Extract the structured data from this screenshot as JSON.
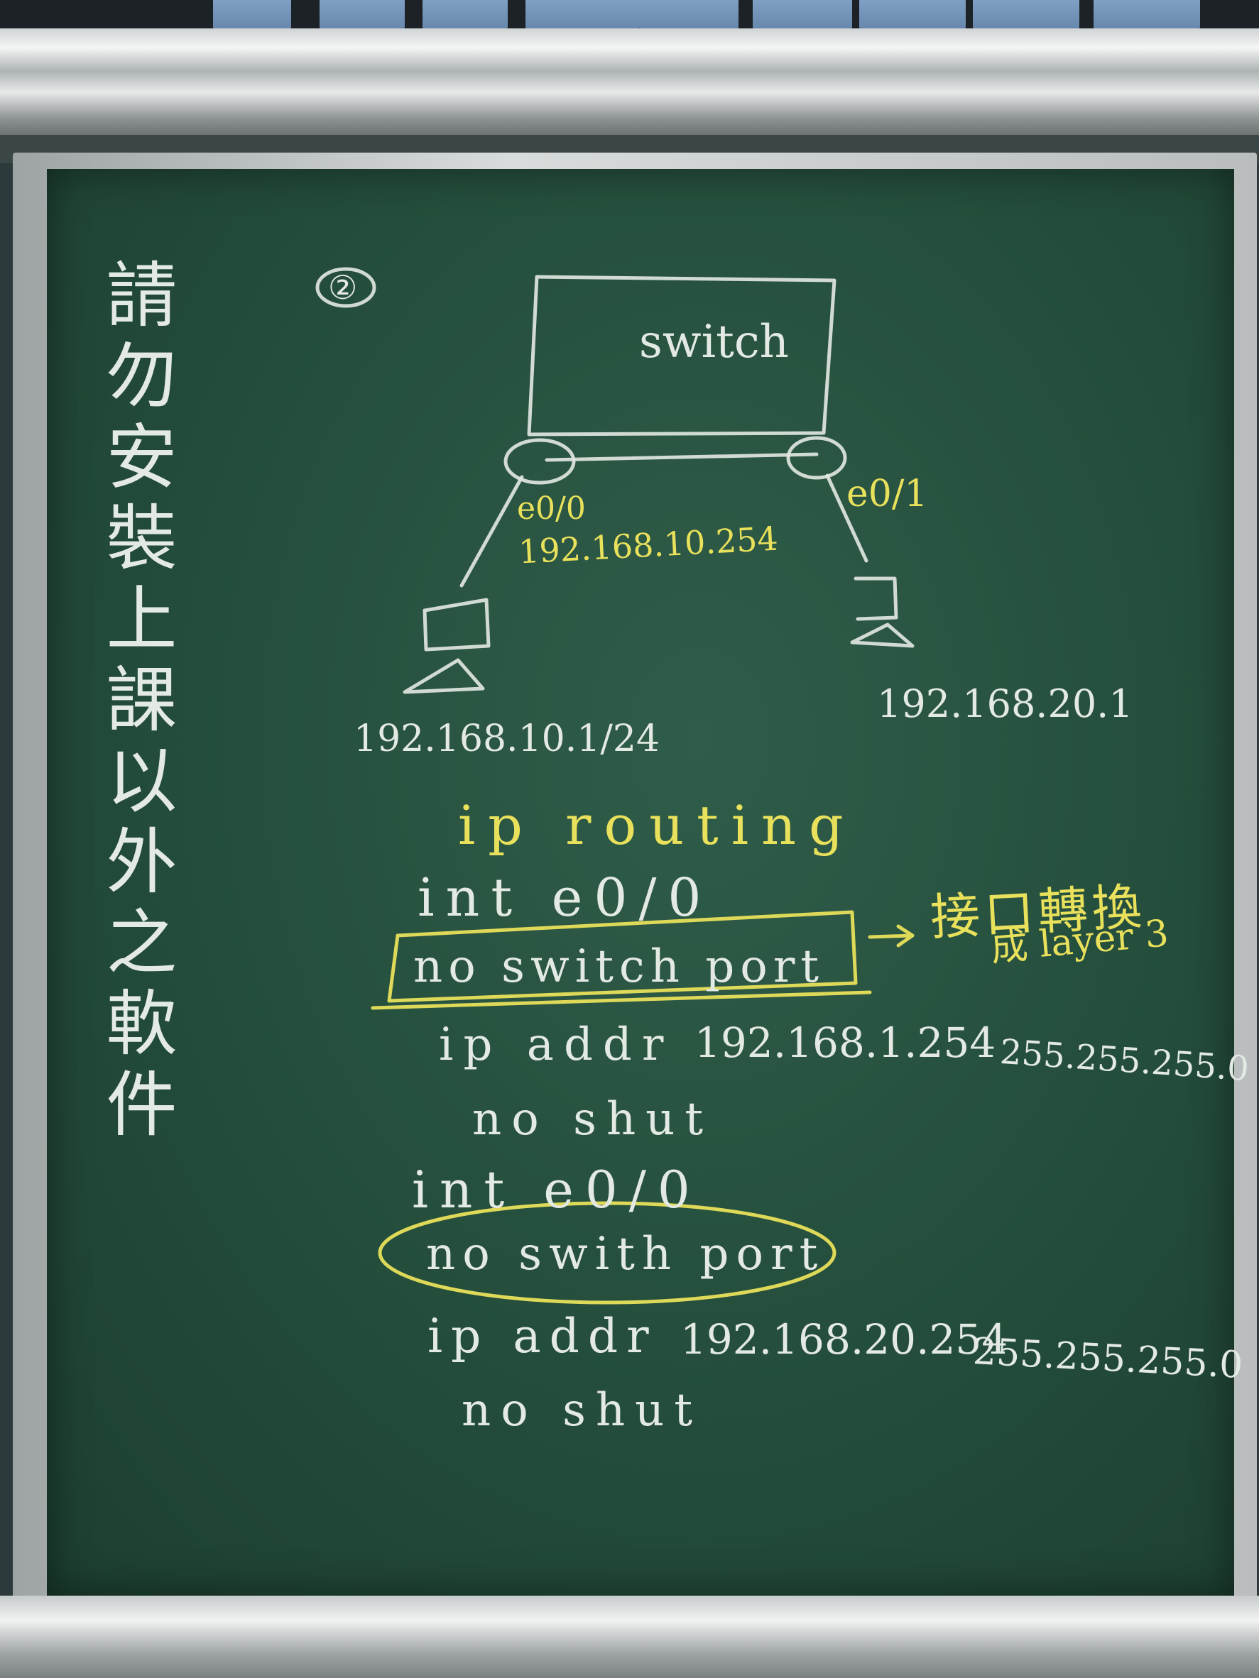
{
  "notice_vertical": "請勿安裝上課以外之軟件",
  "step_marker": "②",
  "diagram": {
    "switch_label": "switch",
    "left_port": "e0/0",
    "left_port_ip": "192.168.10.254",
    "right_port": "e0/1",
    "left_host_ip": "192.168.10.1/24",
    "right_host_ip": "192.168.20.1"
  },
  "commands": {
    "line1": "ip routing",
    "line2": "int e0/0",
    "line3": "no switch port",
    "line4_a": "ip addr",
    "line4_b": "192.168.1.254",
    "line4_c": "255.255.255.0",
    "line5": "no shut",
    "line6": "int e0/0",
    "line7": "no swith port",
    "line8_a": "ip addr",
    "line8_b": "192.168.20.254",
    "line8_c": "255.255.255.0",
    "line9": "no shut"
  },
  "annotation": {
    "line1": "接口轉換",
    "line2": "成 layer 3"
  },
  "colors": {
    "board": "#244d3b",
    "chalk_white": "#e3e9e3",
    "chalk_yellow": "#e9e15b"
  }
}
